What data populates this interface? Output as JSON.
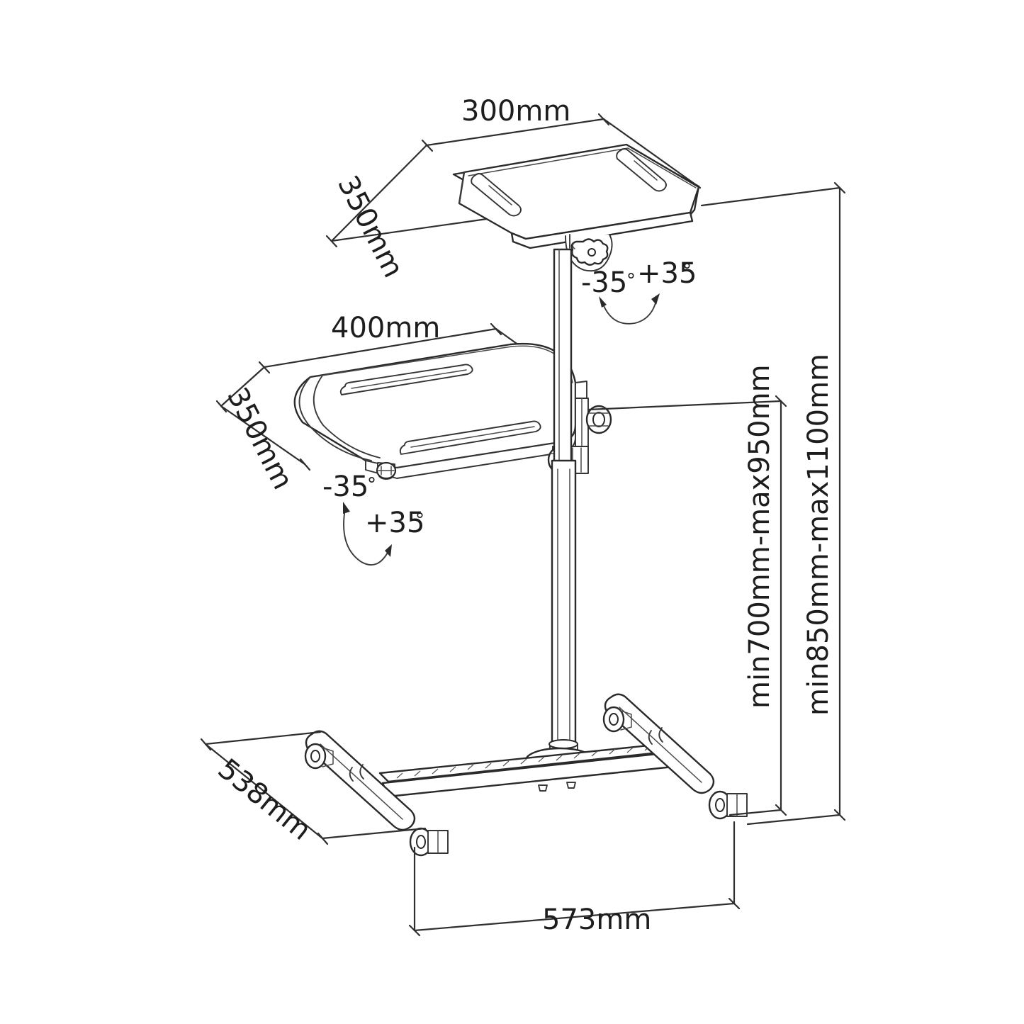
{
  "drawing": {
    "type": "technical-line-drawing",
    "subject": "Height-adjustable mobile projector / laptop trolley cart with two tilting shelves and four casters",
    "background_color": "#ffffff",
    "line_color": "#2a2a2a",
    "text_color": "#1d1d1d"
  },
  "dimensions": {
    "top_shelf_width": "300mm",
    "top_shelf_depth": "350mm",
    "middle_shelf_width": "400mm",
    "middle_shelf_depth": "350mm",
    "base_depth": "538mm",
    "base_width": "573mm",
    "middle_shelf_height_range": "min700mm-max950mm",
    "top_shelf_height_range": "min850mm-max1100mm"
  },
  "angles": {
    "top_shelf_tilt_negative": "-35",
    "top_shelf_tilt_positive": "+35",
    "middle_shelf_tilt_negative": "-35",
    "middle_shelf_tilt_positive": "+35",
    "degree_symbol": "°"
  },
  "labels": {
    "top_width": "300mm",
    "top_depth": "350mm",
    "mid_width": "400mm",
    "mid_depth": "350mm",
    "base_depth": "538mm",
    "base_width": "573mm",
    "height_inner": "min700mm-max950mm",
    "height_outer": "min850mm-max1100mm",
    "tilt_top_neg": "-35",
    "tilt_top_pos": "+35",
    "tilt_mid_neg": "-35",
    "tilt_mid_pos": "+35",
    "degree": "°"
  },
  "parts": [
    {
      "name": "top-shelf",
      "description": "Upper projector plate with two anti-slip rubber strips"
    },
    {
      "name": "top-shelf-tilt-knob",
      "description": "Star-shaped hand knob under top shelf"
    },
    {
      "name": "middle-shelf",
      "description": "Lower laptop / keyboard tray with two anti-slip strips and curved front"
    },
    {
      "name": "middle-shelf-knobs",
      "description": "Tilt and clamp knobs on middle shelf bracket"
    },
    {
      "name": "column",
      "description": "Telescoping vertical tube"
    },
    {
      "name": "base-frame",
      "description": "H-shaped tubular base with central hub"
    },
    {
      "name": "casters",
      "description": "Four swivel casters"
    }
  ]
}
